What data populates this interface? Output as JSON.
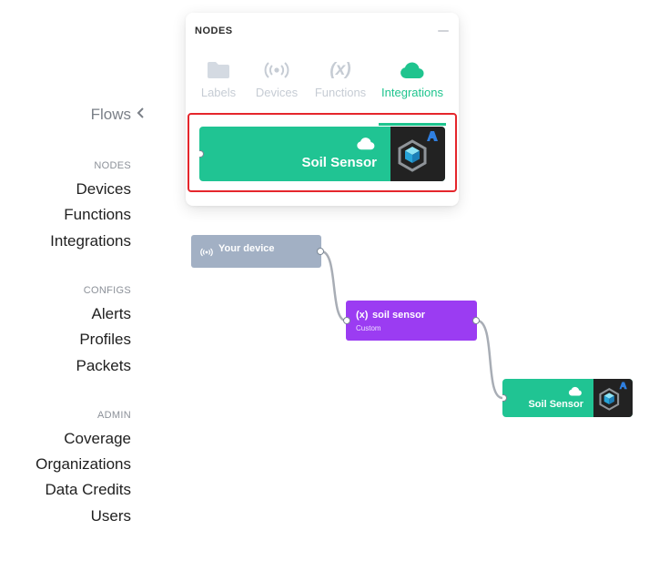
{
  "sidebar": {
    "flows_title": "Flows",
    "sections": [
      {
        "heading": "NODES",
        "items": [
          "Devices",
          "Functions",
          "Integrations"
        ]
      },
      {
        "heading": "CONFIGS",
        "items": [
          "Alerts",
          "Profiles",
          "Packets"
        ]
      },
      {
        "heading": "ADMIN",
        "items": [
          "Coverage",
          "Organizations",
          "Data Credits",
          "Users"
        ]
      }
    ]
  },
  "panel": {
    "title": "NODES",
    "tabs": [
      {
        "label": "Labels",
        "icon": "folder-icon"
      },
      {
        "label": "Devices",
        "icon": "broadcast-icon"
      },
      {
        "label": "Functions",
        "icon": "function-icon"
      },
      {
        "label": "Integrations",
        "icon": "cloud-icon",
        "active": true
      }
    ],
    "integration_node": {
      "label": "Soil Sensor",
      "icon": "cloud-icon",
      "badge_icon": "azure-iot-hub-icon"
    }
  },
  "flow": {
    "device_node": {
      "label": "Your device",
      "icon": "broadcast-icon"
    },
    "function_node": {
      "label": "soil sensor",
      "prefix": "(x)",
      "subtitle": "Custom"
    },
    "integration_node": {
      "label": "Soil Sensor",
      "icon": "cloud-icon",
      "badge_icon": "azure-iot-hub-icon"
    }
  },
  "colors": {
    "accent_green": "#1fc48e",
    "integration_node": "#20c493",
    "device_node": "#a2b0c4",
    "function_node": "#9b3cf2",
    "highlight_red": "#e5262c",
    "badge_bg": "#222222"
  }
}
